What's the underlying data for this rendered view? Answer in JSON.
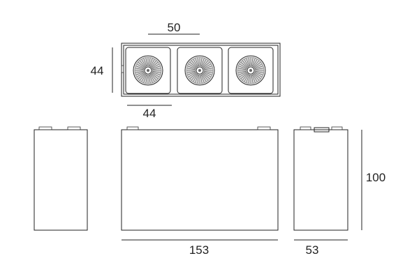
{
  "drawing": {
    "dimensions": {
      "top_width": "50",
      "top_height": "44",
      "cell_width": "44",
      "front_width": "153",
      "side_width": "53",
      "height": "100"
    },
    "colors": {
      "line": "#222222",
      "background": "#ffffff",
      "lens": "#888888"
    },
    "lens_count": 3,
    "ray_count": 36
  }
}
